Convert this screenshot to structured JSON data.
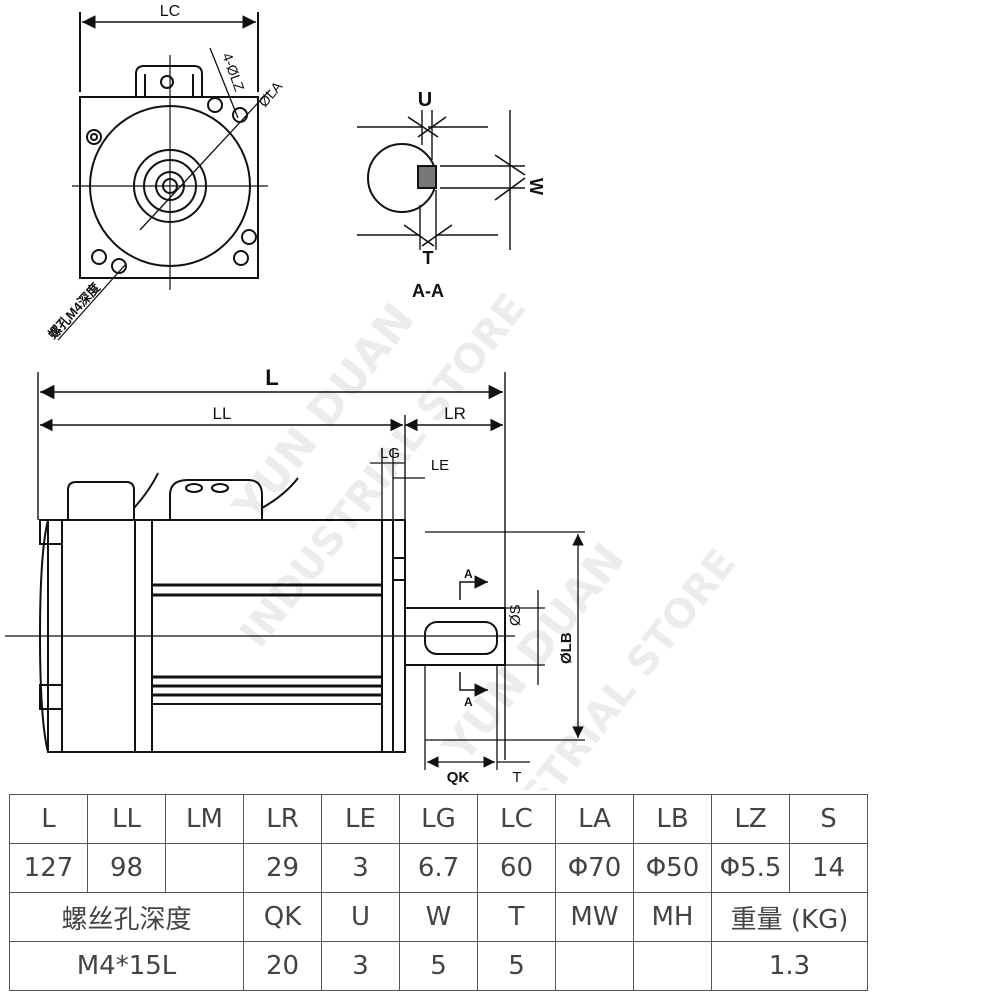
{
  "drawing": {
    "front_view": {
      "lc_label": "LC",
      "lz_label": "4-ØLZ",
      "la_label": "ØLA",
      "hole_label": "螺孔M4深度"
    },
    "section_view": {
      "u_label": "U",
      "w_label": "W",
      "t_label": "T",
      "title": "A-A"
    },
    "side_view": {
      "l_label": "L",
      "ll_label": "LL",
      "lr_label": "LR",
      "lg_label": "LG",
      "le_label": "LE",
      "s_label": "ØS",
      "lb_label": "ØLB",
      "qk_label": "QK",
      "t_label": "T",
      "section_mark_top": "A",
      "section_mark_bottom": "A"
    },
    "watermarks": [
      "YUN DUAN",
      "INDUSTRIAL STORE",
      "YUN DUAN",
      "INDUSTRIAL STORE"
    ]
  },
  "table": {
    "row1_headers": [
      "L",
      "LL",
      "LM",
      "LR",
      "LE",
      "LG",
      "LC",
      "LA",
      "LB",
      "LZ",
      "S"
    ],
    "row1_values": [
      "127",
      "98",
      "",
      "29",
      "3",
      "6.7",
      "60",
      "Φ70",
      "Φ50",
      "Φ5.5",
      "14"
    ],
    "row2_headers": [
      "螺丝孔深度",
      "QK",
      "U",
      "W",
      "T",
      "MW",
      "MH",
      "重量 (KG)"
    ],
    "row2_values": [
      "M4*15L",
      "20",
      "3",
      "5",
      "5",
      "",
      "",
      "1.3"
    ]
  },
  "colors": {
    "line": "#111111",
    "table_text": "#444444",
    "table_border": "#555555"
  }
}
